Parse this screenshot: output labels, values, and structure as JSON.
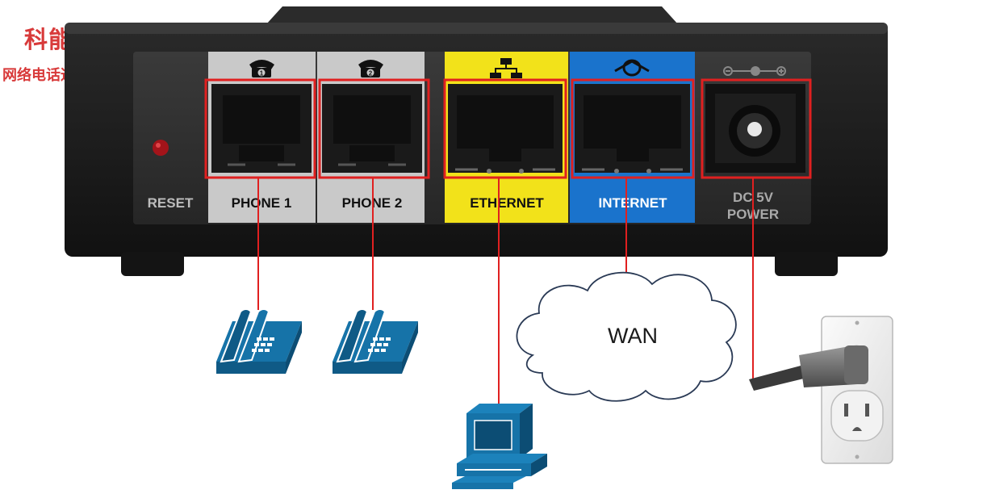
{
  "brand": {
    "name": "科能融合",
    "subtitle": "网络电话通信系统"
  },
  "device": {
    "ports": {
      "reset": "RESET",
      "phone1": "PHONE 1",
      "phone1_number": "1",
      "phone2": "PHONE 2",
      "phone2_number": "2",
      "ethernet": "ETHERNET",
      "internet": "INTERNET",
      "power_line1": "DC 5V",
      "power_line2": "POWER"
    }
  },
  "network": {
    "cloud_label": "WAN"
  },
  "colors": {
    "label_red": "#d83a3a",
    "highlight_red": "#e02020",
    "ethernet_yellow": "#f2e21a",
    "internet_blue": "#1a73cc",
    "phone_gray": "#c9c9c9",
    "device_body": "#1c1c1c",
    "icon_blue": "#1673a8"
  }
}
